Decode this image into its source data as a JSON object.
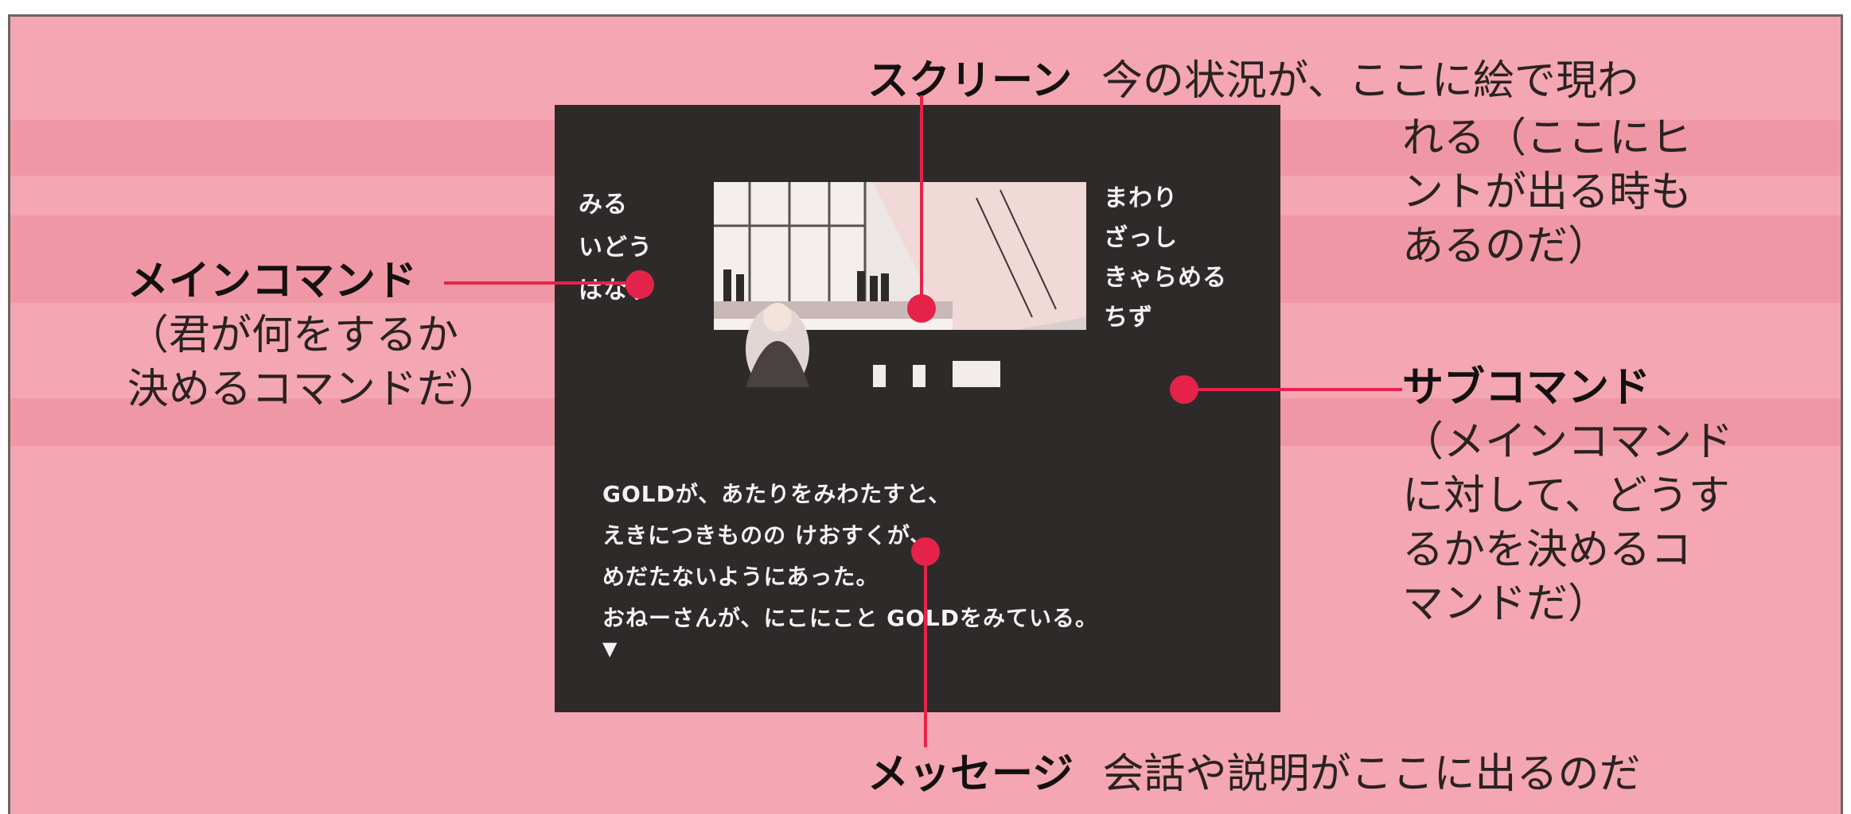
{
  "annotations": {
    "screen": {
      "label": "スクリーン",
      "lines": [
        "今の状況が、ここに絵で現わ",
        "れる（ここにヒ",
        "ントが出る時も",
        "あるのだ）"
      ]
    },
    "main_command": {
      "label": "メインコマンド",
      "lines": [
        "（君が何をするか",
        "決めるコマンドだ）"
      ]
    },
    "sub_command": {
      "label": "サブコマンド",
      "lines": [
        "（メインコマンド",
        "に対して、どうす",
        "るかを決めるコ",
        "マンドだ）"
      ]
    },
    "message": {
      "label": "メッセージ",
      "text": "会話や説明がここに出るのだ"
    }
  },
  "game": {
    "main_commands": [
      "みる",
      "いどう",
      "はなす"
    ],
    "sub_commands": [
      "まわり",
      "ざっし",
      "きゃらめる",
      "ちず"
    ],
    "message_lines": [
      "GOLDが、あたりをみわたすと、",
      "えきにつきものの けおすくが、",
      "めだたないようにあった。",
      "おねーさんが、にこにこと GOLDをみている。"
    ],
    "continue_marker": "▼"
  },
  "colors": {
    "page_background": "#f4a6b2",
    "screen_background": "#2e2a2a",
    "leader_line": "#e5234a"
  }
}
